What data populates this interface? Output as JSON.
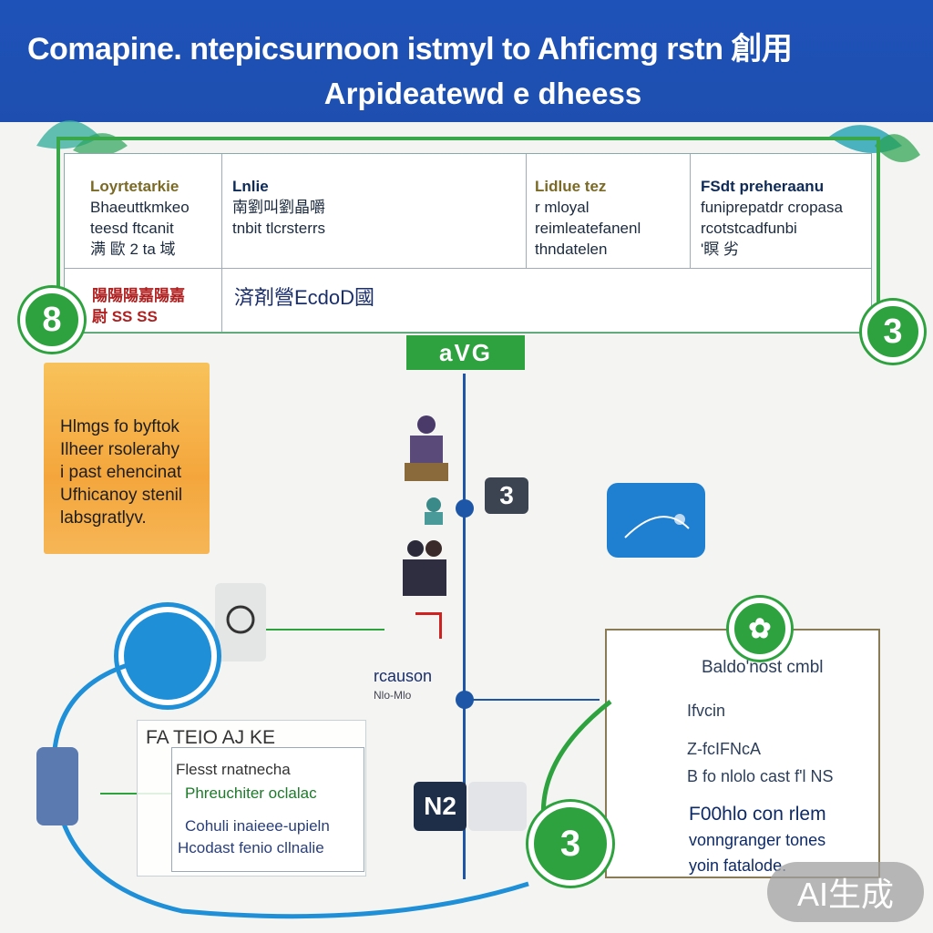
{
  "header": {
    "title_line1": "Comapine. ntepicsurnoon istmyl to Ahficmg rstn 創用",
    "title_line2": "Arpideatewd e dheess"
  },
  "table": {
    "col1": {
      "head": "Loyrtetarkie",
      "lines": [
        "Bhaeuttkmkeo",
        "teesd ftcanit",
        "满 歐 2 ta 域"
      ],
      "red_line1": "陽陽陽嘉陽嘉",
      "red_line2": "尉 SS SS"
    },
    "col2": {
      "head": "Lnlie",
      "lines": [
        "南劉叫劉晶嚼",
        "tnbit tlcrsterrs"
      ],
      "cjk_line": "済剤營EcdoD國"
    },
    "col3": {
      "head": "Lidlue tez",
      "lines": [
        "r mloyal",
        "reimleatefanenl",
        "thndatelen"
      ]
    },
    "col4": {
      "head": "FSdt preheraanu",
      "lines": [
        "funiprepatdr cropasa",
        "rcotstcadfunbi",
        "'瞑 劣"
      ]
    }
  },
  "circle_labels": {
    "left_top": "8",
    "right_top": "3",
    "bottom_right": "3",
    "badge_top": "3",
    "badge_bottom": "N2",
    "block_top": "aVG"
  },
  "orange_card": {
    "lines": [
      "Hlmgs fo byftok",
      "Ilheer rsolerahy",
      "i past ehencinat",
      "Ufhicanoy stenil",
      "labsgratlyv."
    ]
  },
  "timeline": {
    "label_mid": "rcauson",
    "label_mid_sub": "Nlo-Mlo"
  },
  "left_bottom": {
    "title": "FA TEIO AJ KE",
    "lines": [
      "Flesst rnatnecha",
      "Phreuchiter oclalac",
      "Cohuli inaieee-upieln",
      "Hcodast fenio cllnalie"
    ]
  },
  "right_card": {
    "title": "Baldo'nost cmbl",
    "items": [
      "Ifvcin",
      "Z-fcIFNcA",
      "B fo nlolo cast f'l NS"
    ],
    "strong_lines": [
      "F00hlo con rlem",
      "vonngranger tones",
      "yoin fatalode."
    ]
  },
  "watermark": "AI生成",
  "colors": {
    "header": "#1f52b8",
    "green": "#2ea23f",
    "blue": "#1f8fd8",
    "orange": "#f4a63c",
    "navy": "#1d56a6"
  }
}
